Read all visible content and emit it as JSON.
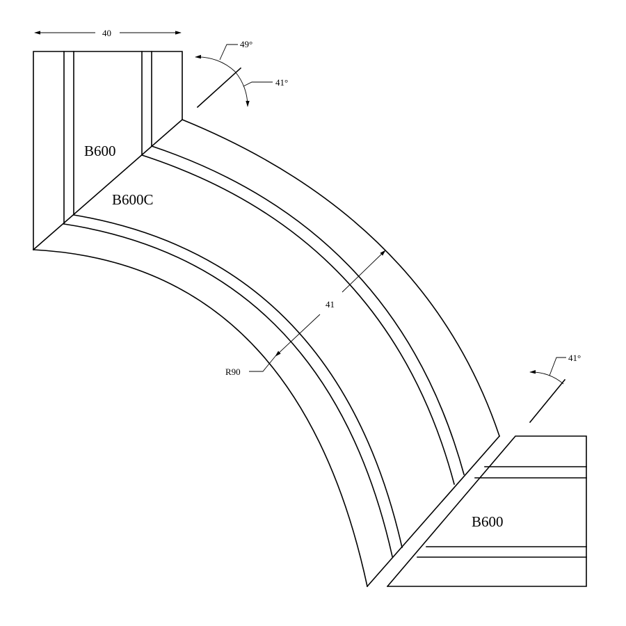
{
  "labels": {
    "top_part": "B600",
    "bend_part": "B600C",
    "bottom_part": "B600"
  },
  "dimensions": {
    "top_width": "40",
    "bend_width": "41",
    "radius": "R90",
    "angle_top_a": "49°",
    "angle_top_b": "41°",
    "angle_bottom": "41°"
  }
}
